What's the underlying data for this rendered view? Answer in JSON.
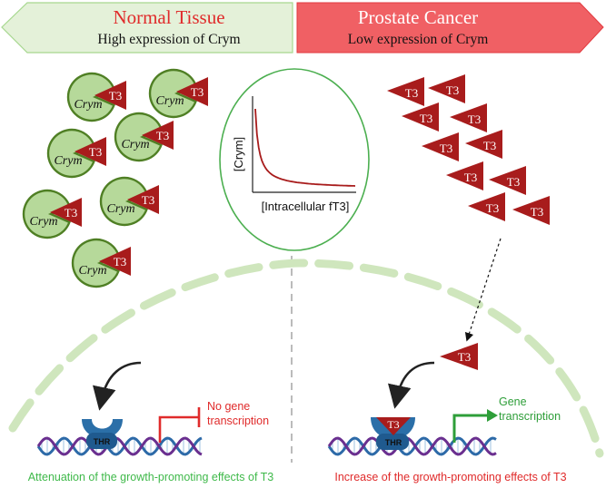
{
  "colors": {
    "normal_green": "#a7d88f",
    "green_text": "#3fb94a",
    "red_text": "#e02b2b",
    "cancer_banner": "#f06064",
    "normal_banner": "#e4f1d9",
    "crym_fill": "#b6d99a",
    "crym_stroke": "#4f7f24",
    "t3_fill": "#a81c1c",
    "thr_blue": "#2b6fa8",
    "dna_blue": "#2d6aa8",
    "dna_purple": "#6a2f8f",
    "membrane": "#cfe6bd",
    "dash_gray": "#bbbbbb"
  },
  "normal": {
    "title": "Normal Tissue",
    "subtitle": "High expression of Crym",
    "no_transcription_label": [
      "No gene",
      "transcription"
    ],
    "caption": "Attenuation of the growth-promoting effects of T3"
  },
  "cancer": {
    "title": "Prostate Cancer",
    "subtitle": "Low expression of Crym",
    "transcription_label": [
      "Gene",
      "transcription"
    ],
    "caption": "Increase of the growth-promoting effects of T3"
  },
  "crym_label": "Crym",
  "t3_label": "T3",
  "thr_label": "THR",
  "inset": {
    "ylabel": "[Crym]",
    "xlabel": "[Intracellular fT3]"
  }
}
